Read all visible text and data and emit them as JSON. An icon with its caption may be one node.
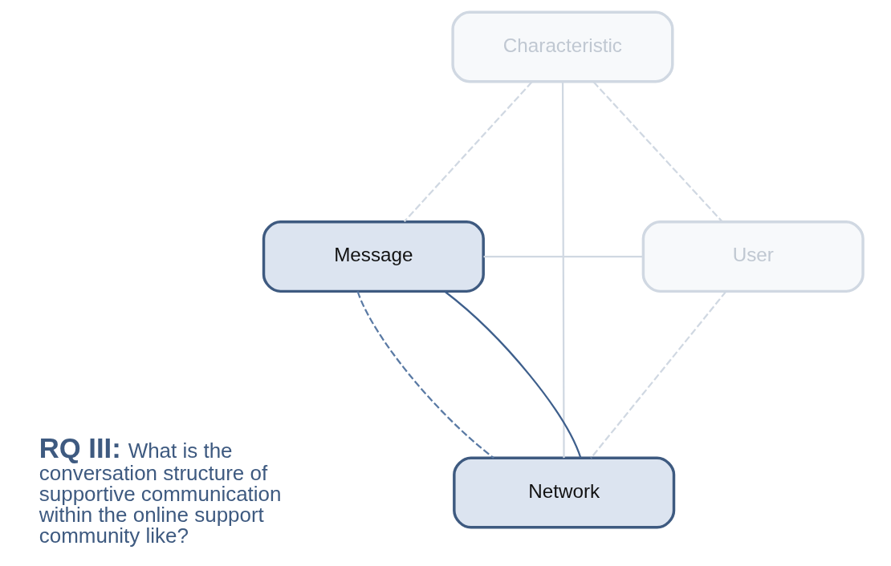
{
  "diagram": {
    "nodes": [
      {
        "text": [
          "Characteristic"
        ]
      },
      {
        "text": [
          "Message"
        ]
      },
      {
        "text": [
          "User"
        ]
      },
      {
        "text": [
          "Network"
        ]
      }
    ],
    "edges": [
      {
        "from": 0,
        "to": 1,
        "arrow": "none",
        "style": "dashed"
      },
      {
        "from": 0,
        "to": 2,
        "arrow": "none",
        "style": "dashed"
      },
      {
        "from": 1,
        "to": 3,
        "arrow": "none",
        "style": "dashed",
        "color": "#5a7aa4"
      },
      {
        "from": 2,
        "to": 3,
        "arrow": "none",
        "style": "dashed"
      },
      {
        "from": 1,
        "to": 3,
        "arrow": "none",
        "color": "#3e5f8c"
      },
      {
        "from": 0,
        "to": 3,
        "arrow": "none"
      },
      {
        "from": 1,
        "to": 2,
        "arrow": "none"
      }
    ],
    "labels": [
      "**RQ III:** What is the conversation structure of supportive communication within the online support community like?"
    ]
  }
}
